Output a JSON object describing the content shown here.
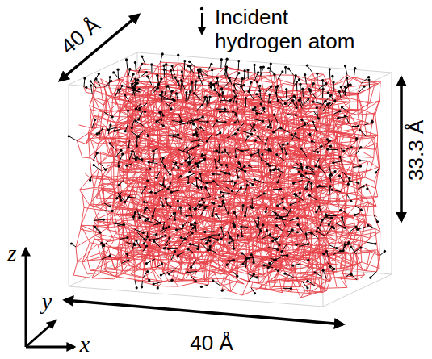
{
  "diagram": {
    "labels": [
      "40 Å",
      "Incident hydrogen atom",
      "33.3 Å",
      "40 Å",
      "z",
      "y",
      "x"
    ]
  }
}
